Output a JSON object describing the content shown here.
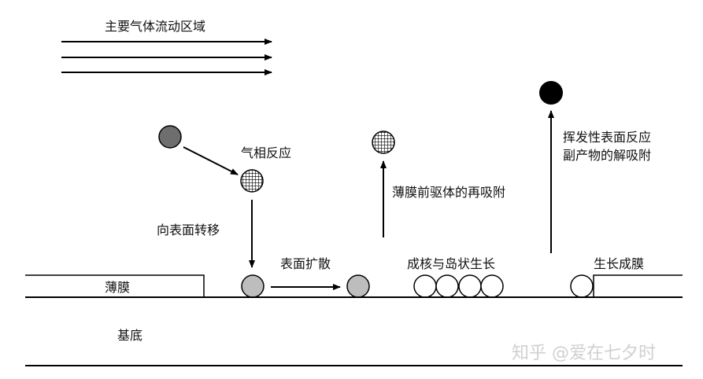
{
  "labels": {
    "main_flow": "主要气体流动区域",
    "gas_reaction": "气相反应",
    "transfer": "向表面转移",
    "surface_diffusion": "表面扩散",
    "readsorption": "薄膜前驱体的再吸附",
    "nucleation": "成核与岛状生长",
    "desorption_line1": "挥发性表面反应",
    "desorption_line2": "副产物的解吸附",
    "growth": "生长成膜",
    "film": "薄膜",
    "substrate": "基底"
  },
  "watermark": "知乎 @爱在七夕时",
  "colors": {
    "line": "#000000",
    "gray_particle": "#6e6e6e",
    "light_gray_particle": "#bdbdbd",
    "black_particle": "#000000"
  }
}
